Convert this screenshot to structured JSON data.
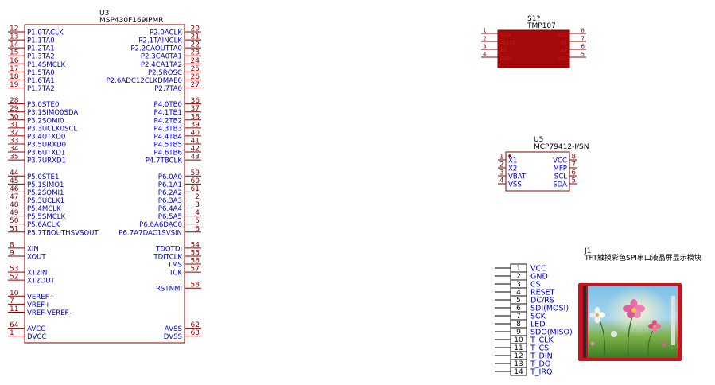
{
  "colors": {
    "outline": "#840000",
    "pin_name": "#0000c8",
    "pin_number": "#840000",
    "ref_text": "#000000",
    "chip_fill": "#ffffff",
    "tmp_fill": "#a50a0a",
    "tmp_text": "#d21919"
  },
  "u3": {
    "ref": "U3",
    "value": "MSP430F169IPMR",
    "left_pins": [
      {
        "num": "12",
        "name": "P1.0TACLK",
        "row": 0
      },
      {
        "num": "13",
        "name": "P1.1TA0",
        "row": 1
      },
      {
        "num": "14",
        "name": "P1.2TA1",
        "row": 2
      },
      {
        "num": "15",
        "name": "P1.3TA2",
        "row": 3
      },
      {
        "num": "16",
        "name": "P1.4SMCLK",
        "row": 4
      },
      {
        "num": "17",
        "name": "P1.5TA0",
        "row": 5
      },
      {
        "num": "18",
        "name": "P1.6TA1",
        "row": 6
      },
      {
        "num": "19",
        "name": "P1.7TA2",
        "row": 7
      },
      {
        "num": "28",
        "name": "P3.0STE0",
        "row": 9
      },
      {
        "num": "29",
        "name": "P3.1SIMO0SDA",
        "row": 10
      },
      {
        "num": "30",
        "name": "P3.2SOMI0",
        "row": 11
      },
      {
        "num": "31",
        "name": "P3.3UCLK0SCL",
        "row": 12
      },
      {
        "num": "32",
        "name": "P3.4UTXD0",
        "row": 13
      },
      {
        "num": "33",
        "name": "P3.5URXD0",
        "row": 14
      },
      {
        "num": "34",
        "name": "P3.6UTXD1",
        "row": 15
      },
      {
        "num": "35",
        "name": "P3.7URXD1",
        "row": 16
      },
      {
        "num": "44",
        "name": "P5.0STE1",
        "row": 18
      },
      {
        "num": "45",
        "name": "P5.1SIMO1",
        "row": 19
      },
      {
        "num": "46",
        "name": "P5.2SOMI1",
        "row": 20
      },
      {
        "num": "47",
        "name": "P5.3UCLK1",
        "row": 21
      },
      {
        "num": "48",
        "name": "P5.4MCLK",
        "row": 22
      },
      {
        "num": "49",
        "name": "P5.5SMCLK",
        "row": 23
      },
      {
        "num": "50",
        "name": "P5.6ACLK",
        "row": 24
      },
      {
        "num": "51",
        "name": "P5.7TBOUTHSVSOUT",
        "row": 25
      },
      {
        "num": "8",
        "name": "XIN",
        "row": 27
      },
      {
        "num": "9",
        "name": "XOUT",
        "row": 28
      },
      {
        "num": "53",
        "name": "XT2IN",
        "row": 30
      },
      {
        "num": "52",
        "name": "XT2OUT",
        "row": 31
      },
      {
        "num": "10",
        "name": "VEREF+",
        "row": 33
      },
      {
        "num": "7",
        "name": "VREF+",
        "row": 34
      },
      {
        "num": "11",
        "name": "VREF-VEREF-",
        "row": 35
      },
      {
        "num": "64",
        "name": "AVCC",
        "row": 37
      },
      {
        "num": "1",
        "name": "DVCC",
        "row": 38
      }
    ],
    "right_pins": [
      {
        "num": "20",
        "name": "P2.0ACLK",
        "row": 0
      },
      {
        "num": "21",
        "name": "P2.1TAINCLK",
        "row": 1
      },
      {
        "num": "22",
        "name": "P2.2CAOUTTA0",
        "row": 2
      },
      {
        "num": "23",
        "name": "P2.3CA0TA1",
        "row": 3
      },
      {
        "num": "24",
        "name": "P2.4CA1TA2",
        "row": 4
      },
      {
        "num": "25",
        "name": "P2.5ROSC",
        "row": 5
      },
      {
        "num": "26",
        "name": "P2.6ADC12CLKDMAE0",
        "row": 6
      },
      {
        "num": "27",
        "name": "P2.7TA0",
        "row": 7
      },
      {
        "num": "36",
        "name": "P4.0TB0",
        "row": 9
      },
      {
        "num": "37",
        "name": "P4.1TB1",
        "row": 10
      },
      {
        "num": "38",
        "name": "P4.2TB2",
        "row": 11
      },
      {
        "num": "39",
        "name": "P4.3TB3",
        "row": 12
      },
      {
        "num": "40",
        "name": "P4.4TB4",
        "row": 13
      },
      {
        "num": "41",
        "name": "P4.5TB5",
        "row": 14
      },
      {
        "num": "42",
        "name": "P4.6TB6",
        "row": 15
      },
      {
        "num": "43",
        "name": "P4.7TBCLK",
        "row": 16
      },
      {
        "num": "59",
        "name": "P6.0A0",
        "row": 18
      },
      {
        "num": "60",
        "name": "P6.1A1",
        "row": 19
      },
      {
        "num": "61",
        "name": "P6.2A2",
        "row": 20
      },
      {
        "num": "2",
        "name": "P6.3A3",
        "row": 21
      },
      {
        "num": "3",
        "name": "P6.4A4",
        "row": 22
      },
      {
        "num": "4",
        "name": "P6.5A5",
        "row": 23
      },
      {
        "num": "5",
        "name": "P6.6A6DAC0",
        "row": 24
      },
      {
        "num": "6",
        "name": "P6.7A7DAC1SVSIN",
        "row": 25
      },
      {
        "num": "54",
        "name": "TDOTDI",
        "row": 27
      },
      {
        "num": "55",
        "name": "TDITCLK",
        "row": 28
      },
      {
        "num": "56",
        "name": "TMS",
        "row": 29
      },
      {
        "num": "57",
        "name": "TCK",
        "row": 30
      },
      {
        "num": "58",
        "name": "RSTNMI",
        "row": 32
      },
      {
        "num": "62",
        "name": "AVSS",
        "row": 37
      },
      {
        "num": "63",
        "name": "DVSS",
        "row": 38
      }
    ]
  },
  "s1": {
    "ref": "S1?",
    "value": "TMP107",
    "left_pins": [
      {
        "num": "1",
        "name": "SDA",
        "row": 0
      },
      {
        "num": "2",
        "name": "ALERT",
        "row": 1
      },
      {
        "num": "3",
        "name": "A0",
        "row": 2
      },
      {
        "num": "4",
        "name": "GND",
        "row": 3
      }
    ],
    "right_pins": [
      {
        "num": "8",
        "name": "VCC",
        "row": 0
      },
      {
        "num": "7",
        "name": "A1",
        "row": 1
      },
      {
        "num": "6",
        "name": "A2",
        "row": 2
      },
      {
        "num": "5",
        "name": "SCL",
        "row": 3
      }
    ]
  },
  "u5": {
    "ref": "U5",
    "value": "MCP79412-I/SN",
    "left_pins": [
      {
        "num": "1",
        "name": "X1",
        "row": 0
      },
      {
        "num": "2",
        "name": "X2",
        "row": 1
      },
      {
        "num": "3",
        "name": "VBAT",
        "row": 2
      },
      {
        "num": "4",
        "name": "VSS",
        "row": 3
      }
    ],
    "right_pins": [
      {
        "num": "8",
        "name": "VCC",
        "row": 0
      },
      {
        "num": "7",
        "name": "MFP",
        "row": 1
      },
      {
        "num": "6",
        "name": "SCL",
        "row": 2
      },
      {
        "num": "5",
        "name": "SDA",
        "row": 3
      }
    ]
  },
  "j1": {
    "ref": "J1",
    "value": "TFT触摸彩色SPI串口液晶屏显示模块",
    "pins": [
      {
        "num": "1",
        "name": "VCC"
      },
      {
        "num": "2",
        "name": "GND"
      },
      {
        "num": "3",
        "name": "CS"
      },
      {
        "num": "4",
        "name": "RESET"
      },
      {
        "num": "5",
        "name": "DC/RS"
      },
      {
        "num": "6",
        "name": "SDI(MOSI)"
      },
      {
        "num": "7",
        "name": "SCK"
      },
      {
        "num": "8",
        "name": "LED"
      },
      {
        "num": "9",
        "name": "SDO(MISO)"
      },
      {
        "num": "10",
        "name": "T_CLK"
      },
      {
        "num": "11",
        "name": "T_CS"
      },
      {
        "num": "12",
        "name": "T_DIN"
      },
      {
        "num": "13",
        "name": "T_DO"
      },
      {
        "num": "14",
        "name": "T_IRQ"
      }
    ]
  }
}
